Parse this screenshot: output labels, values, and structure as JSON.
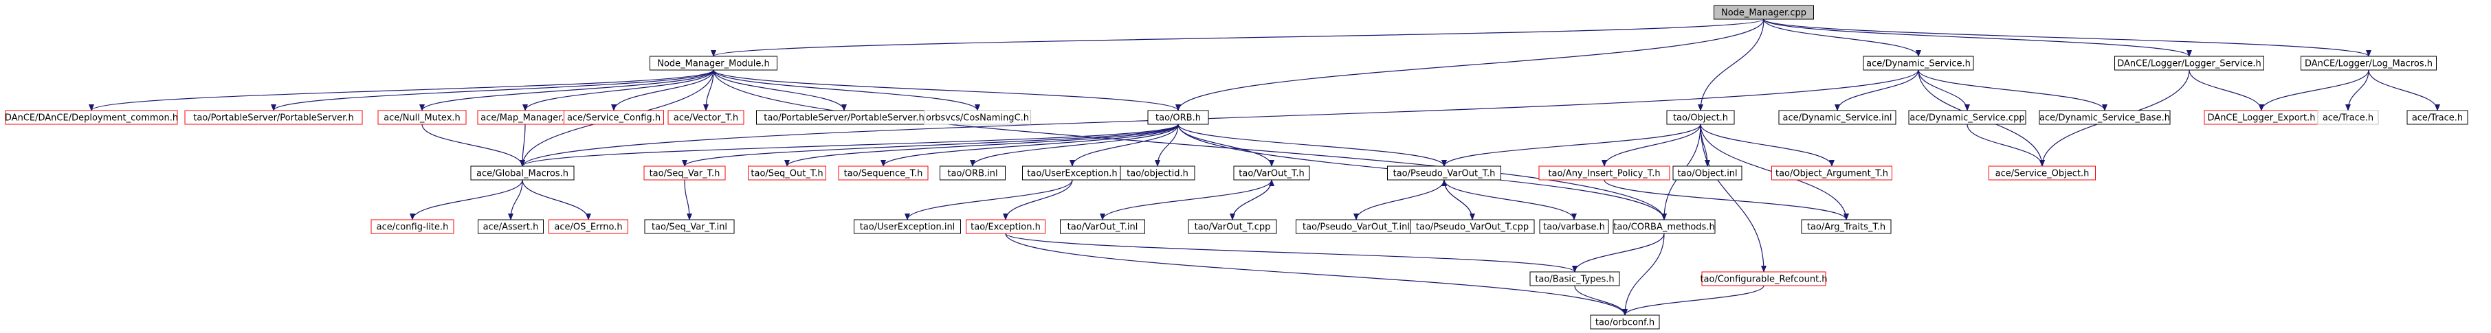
{
  "colors": {
    "root_fill": "#bfbfbf",
    "normal_border": "#000000",
    "missing_border": "#ff0000",
    "unknown_border": "#bfbfbf",
    "edge": "#191970",
    "background": "#ffffff"
  },
  "nodes": [
    {
      "id": "n_root",
      "label": "Node_Manager.cpp",
      "kind": "root"
    },
    {
      "id": "n_nmm",
      "label": "Node_Manager_Module.h",
      "kind": "normal"
    },
    {
      "id": "n_dyn",
      "label": "ace/Dynamic_Service.h",
      "kind": "normal"
    },
    {
      "id": "n_logsvc",
      "label": "DAnCE/Logger/Logger_Service.h",
      "kind": "normal"
    },
    {
      "id": "n_logmac",
      "label": "DAnCE/Logger/Log_Macros.h",
      "kind": "normal"
    },
    {
      "id": "n_deploy",
      "label": "DAnCE/DAnCE/Deployment_common.h",
      "kind": "missing"
    },
    {
      "id": "n_psps1",
      "label": "tao/PortableServer/PortableServer.h",
      "kind": "missing"
    },
    {
      "id": "n_nullmutex",
      "label": "ace/Null_Mutex.h",
      "kind": "missing"
    },
    {
      "id": "n_mapmgr",
      "label": "ace/Map_Manager.h",
      "kind": "missing"
    },
    {
      "id": "n_svccfg",
      "label": "ace/Service_Config.h",
      "kind": "missing"
    },
    {
      "id": "n_vector",
      "label": "ace/Vector_T.h",
      "kind": "missing"
    },
    {
      "id": "n_psps2",
      "label": "tao/PortableServer/PortableServer.h",
      "kind": "normal"
    },
    {
      "id": "n_cosnaming",
      "label": "orbsvcs/CosNamingC.h",
      "kind": "unknown"
    },
    {
      "id": "n_orb",
      "label": "tao/ORB.h",
      "kind": "normal"
    },
    {
      "id": "n_object",
      "label": "tao/Object.h",
      "kind": "normal"
    },
    {
      "id": "n_dyninl",
      "label": "ace/Dynamic_Service.inl",
      "kind": "normal"
    },
    {
      "id": "n_dyncpp",
      "label": "ace/Dynamic_Service.cpp",
      "kind": "normal"
    },
    {
      "id": "n_dynbase",
      "label": "ace/Dynamic_Service_Base.h",
      "kind": "normal"
    },
    {
      "id": "n_logexp",
      "label": "DAnCE_Logger_Export.h",
      "kind": "missing"
    },
    {
      "id": "n_tracegray",
      "label": "ace/Trace.h",
      "kind": "unknown"
    },
    {
      "id": "n_trace",
      "label": "ace/Trace.h",
      "kind": "normal"
    },
    {
      "id": "n_globmac",
      "label": "ace/Global_Macros.h",
      "kind": "normal"
    },
    {
      "id": "n_seqvar",
      "label": "tao/Seq_Var_T.h",
      "kind": "missing"
    },
    {
      "id": "n_seqout",
      "label": "tao/Seq_Out_T.h",
      "kind": "missing"
    },
    {
      "id": "n_sequence",
      "label": "tao/Sequence_T.h",
      "kind": "missing"
    },
    {
      "id": "n_orbinl",
      "label": "tao/ORB.inl",
      "kind": "normal"
    },
    {
      "id": "n_userexc",
      "label": "tao/UserException.h",
      "kind": "normal"
    },
    {
      "id": "n_objectid",
      "label": "tao/objectid.h",
      "kind": "normal"
    },
    {
      "id": "n_varout",
      "label": "tao/VarOut_T.h",
      "kind": "normal"
    },
    {
      "id": "n_pseudo",
      "label": "tao/Pseudo_VarOut_T.h",
      "kind": "normal"
    },
    {
      "id": "n_anyins",
      "label": "tao/Any_Insert_Policy_T.h",
      "kind": "missing"
    },
    {
      "id": "n_objinl",
      "label": "tao/Object.inl",
      "kind": "normal"
    },
    {
      "id": "n_objarg",
      "label": "tao/Object_Argument_T.h",
      "kind": "missing"
    },
    {
      "id": "n_svcobj",
      "label": "ace/Service_Object.h",
      "kind": "missing"
    },
    {
      "id": "n_configlite",
      "label": "ace/config-lite.h",
      "kind": "missing"
    },
    {
      "id": "n_assert",
      "label": "ace/Assert.h",
      "kind": "normal"
    },
    {
      "id": "n_oserrno",
      "label": "ace/OS_Errno.h",
      "kind": "missing"
    },
    {
      "id": "n_seqvarinl",
      "label": "tao/Seq_Var_T.inl",
      "kind": "normal"
    },
    {
      "id": "n_userexcinl",
      "label": "tao/UserException.inl",
      "kind": "normal"
    },
    {
      "id": "n_exception",
      "label": "tao/Exception.h",
      "kind": "missing"
    },
    {
      "id": "n_varoutinl",
      "label": "tao/VarOut_T.inl",
      "kind": "normal"
    },
    {
      "id": "n_varoutcpp",
      "label": "tao/VarOut_T.cpp",
      "kind": "normal"
    },
    {
      "id": "n_pseudoinl",
      "label": "tao/Pseudo_VarOut_T.inl",
      "kind": "normal"
    },
    {
      "id": "n_pseudocpp",
      "label": "tao/Pseudo_VarOut_T.cpp",
      "kind": "normal"
    },
    {
      "id": "n_varbase",
      "label": "tao/varbase.h",
      "kind": "normal"
    },
    {
      "id": "n_corbam",
      "label": "tao/CORBA_methods.h",
      "kind": "normal"
    },
    {
      "id": "n_argtraits",
      "label": "tao/Arg_Traits_T.h",
      "kind": "normal"
    },
    {
      "id": "n_basic",
      "label": "tao/Basic_Types.h",
      "kind": "normal"
    },
    {
      "id": "n_configref",
      "label": "tao/Configurable_Refcount.h",
      "kind": "missing"
    },
    {
      "id": "n_orbconf",
      "label": "tao/orbconf.h",
      "kind": "normal"
    }
  ],
  "edges": [
    [
      "n_root",
      "n_nmm"
    ],
    [
      "n_root",
      "n_dyn"
    ],
    [
      "n_root",
      "n_logsvc"
    ],
    [
      "n_root",
      "n_logmac"
    ],
    [
      "n_root",
      "n_orb"
    ],
    [
      "n_root",
      "n_object"
    ],
    [
      "n_nmm",
      "n_deploy"
    ],
    [
      "n_nmm",
      "n_psps1"
    ],
    [
      "n_nmm",
      "n_nullmutex"
    ],
    [
      "n_nmm",
      "n_mapmgr"
    ],
    [
      "n_nmm",
      "n_svccfg"
    ],
    [
      "n_nmm",
      "n_vector"
    ],
    [
      "n_nmm",
      "n_psps2"
    ],
    [
      "n_nmm",
      "n_cosnaming"
    ],
    [
      "n_nmm",
      "n_orb"
    ],
    [
      "n_nmm",
      "n_globmac"
    ],
    [
      "n_nmm",
      "n_corbam"
    ],
    [
      "n_dyn",
      "n_globmac"
    ],
    [
      "n_dyn",
      "n_dyninl"
    ],
    [
      "n_dyn",
      "n_dyncpp"
    ],
    [
      "n_dyn",
      "n_dynbase"
    ],
    [
      "n_dyn",
      "n_svcobj"
    ],
    [
      "n_logsvc",
      "n_logexp"
    ],
    [
      "n_logsvc",
      "n_svcobj"
    ],
    [
      "n_logmac",
      "n_logexp"
    ],
    [
      "n_logmac",
      "n_tracegray"
    ],
    [
      "n_logmac",
      "n_trace"
    ],
    [
      "n_dyncpp",
      "n_svcobj"
    ],
    [
      "n_nullmutex",
      "n_globmac"
    ],
    [
      "n_mapmgr",
      "n_globmac"
    ],
    [
      "n_globmac",
      "n_configlite"
    ],
    [
      "n_globmac",
      "n_assert"
    ],
    [
      "n_globmac",
      "n_oserrno"
    ],
    [
      "n_orb",
      "n_globmac"
    ],
    [
      "n_orb",
      "n_seqvar"
    ],
    [
      "n_orb",
      "n_seqout"
    ],
    [
      "n_orb",
      "n_sequence"
    ],
    [
      "n_orb",
      "n_orbinl"
    ],
    [
      "n_orb",
      "n_userexc"
    ],
    [
      "n_orb",
      "n_objectid"
    ],
    [
      "n_orb",
      "n_varout"
    ],
    [
      "n_orb",
      "n_pseudo"
    ],
    [
      "n_orb",
      "n_corbam"
    ],
    [
      "n_seqvar",
      "n_seqvarinl"
    ],
    [
      "n_userexc",
      "n_userexcinl"
    ],
    [
      "n_userexc",
      "n_exception"
    ],
    [
      "n_exception",
      "n_basic"
    ],
    [
      "n_exception",
      "n_orbconf"
    ],
    [
      "n_varout",
      "n_varoutinl"
    ],
    [
      "n_varout",
      "n_varoutcpp"
    ],
    [
      "n_varoutcpp",
      "n_varout"
    ],
    [
      "n_pseudo",
      "n_pseudoinl"
    ],
    [
      "n_pseudo",
      "n_pseudocpp"
    ],
    [
      "n_pseudo",
      "n_varbase"
    ],
    [
      "n_pseudocpp",
      "n_pseudo"
    ],
    [
      "n_object",
      "n_pseudo"
    ],
    [
      "n_object",
      "n_anyins"
    ],
    [
      "n_object",
      "n_objinl"
    ],
    [
      "n_object",
      "n_objarg"
    ],
    [
      "n_object",
      "n_corbam"
    ],
    [
      "n_object",
      "n_argtraits"
    ],
    [
      "n_object",
      "n_configref"
    ],
    [
      "n_anyins",
      "n_argtraits"
    ],
    [
      "n_corbam",
      "n_basic"
    ],
    [
      "n_corbam",
      "n_orbconf"
    ],
    [
      "n_basic",
      "n_orbconf"
    ],
    [
      "n_configref",
      "n_orbconf"
    ]
  ]
}
